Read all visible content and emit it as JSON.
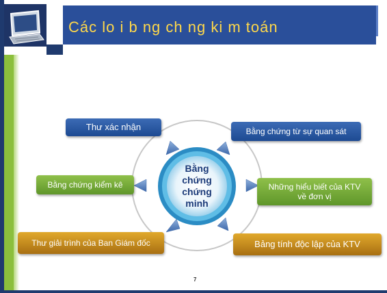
{
  "slide": {
    "title": "Các lo i b ng ch ng ki m toán",
    "page_number": "7"
  },
  "diagram": {
    "center": {
      "lines": [
        "Bằng",
        "chứng",
        "chứng",
        "minh"
      ]
    },
    "nodes": [
      {
        "id": "thu-xac-nhan",
        "label": "Thư xác nhận",
        "color": "blue"
      },
      {
        "id": "quan-sat",
        "label": "Bằng chứng từ sự quan sát",
        "color": "blue"
      },
      {
        "id": "kiem-ke",
        "label": "Bằng chứng kiểm kê",
        "color": "green"
      },
      {
        "id": "hieu-biet",
        "line1": "Những hiểu biết của  KTV",
        "line2": "về đơn vị",
        "color": "green"
      },
      {
        "id": "giai-trinh",
        "label": "Thư giải trình của Ban Giám đốc",
        "color": "gold"
      },
      {
        "id": "bang-tinh",
        "label": "Bảng tính độc lập của KTV",
        "color": "gold"
      }
    ]
  },
  "colors": {
    "header_blue": "#2a4f9a",
    "title_yellow": "#ffd84a",
    "stripe_green": "#8bbf3c",
    "node_blue": "#2a5aa6",
    "node_green": "#76ad36",
    "node_gold": "#d39a21",
    "center_teal": "#3da6d4"
  }
}
